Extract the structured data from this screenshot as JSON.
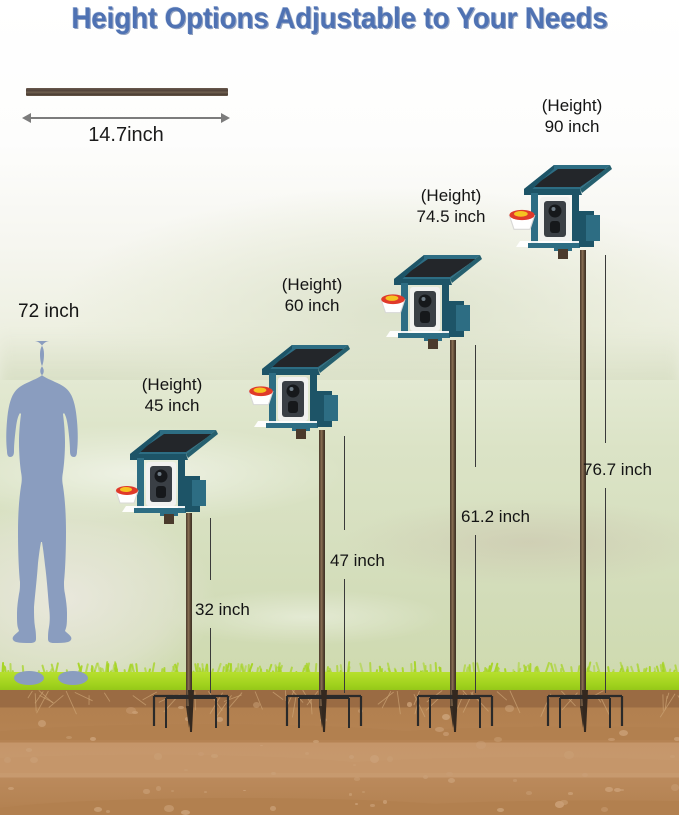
{
  "title": "Height Options Adjustable to Your Needs",
  "rod": {
    "dimension_label": "14.7inch",
    "name": "extension-rod"
  },
  "person": {
    "height_label": "72 inch"
  },
  "colors": {
    "title_blue": "#4f72b3",
    "feeder_teal": "#2c6a80",
    "feeder_teal_dark": "#1d4f63",
    "solar_panel": "#2a2f33",
    "camera_white": "#f2f2f0",
    "pole_brown": "#5a4734",
    "grass_green": "#a6d424",
    "soil_brown": "#b2804f",
    "silhouette_blue": "#8a9dbf"
  },
  "units": [
    {
      "id": "unit-45",
      "height_line1": "(Height)",
      "height_line2": "45 inch",
      "pole_label": "32 inch"
    },
    {
      "id": "unit-60",
      "height_line1": "(Height)",
      "height_line2": "60 inch",
      "pole_label": "47 inch"
    },
    {
      "id": "unit-74",
      "height_line1": "(Height)",
      "height_line2": "74.5 inch",
      "pole_label": "61.2 inch"
    },
    {
      "id": "unit-90",
      "height_line1": "(Height)",
      "height_line2": "90 inch",
      "pole_label": "76.7 inch"
    }
  ]
}
